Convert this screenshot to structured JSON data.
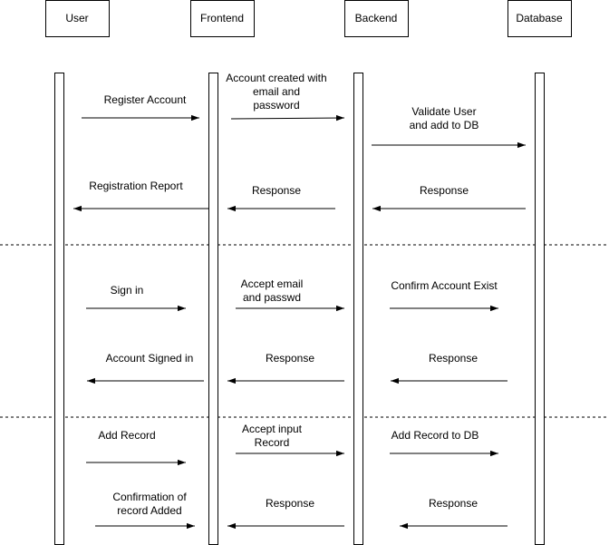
{
  "actors": [
    {
      "id": "user",
      "label": "User"
    },
    {
      "id": "frontend",
      "label": "Frontend"
    },
    {
      "id": "backend",
      "label": "Backend"
    },
    {
      "id": "database",
      "label": "Database"
    }
  ],
  "messages": [
    {
      "id": "register-account",
      "lines": [
        "Register Account"
      ]
    },
    {
      "id": "account-created",
      "lines": [
        "Account created with",
        "email and",
        "password"
      ]
    },
    {
      "id": "validate-user",
      "lines": [
        "Validate User",
        "and add to DB"
      ]
    },
    {
      "id": "registration-report",
      "lines": [
        "Registration Report"
      ]
    },
    {
      "id": "response-1",
      "lines": [
        "Response"
      ]
    },
    {
      "id": "response-2",
      "lines": [
        "Response"
      ]
    },
    {
      "id": "sign-in",
      "lines": [
        "Sign in"
      ]
    },
    {
      "id": "accept-email",
      "lines": [
        "Accept email",
        "and passwd"
      ]
    },
    {
      "id": "confirm-account",
      "lines": [
        "Confirm Account Exist"
      ]
    },
    {
      "id": "account-signed-in",
      "lines": [
        "Account Signed in"
      ]
    },
    {
      "id": "response-3",
      "lines": [
        "Response"
      ]
    },
    {
      "id": "response-4",
      "lines": [
        "Response"
      ]
    },
    {
      "id": "add-record",
      "lines": [
        "Add Record"
      ]
    },
    {
      "id": "accept-input",
      "lines": [
        "Accept input",
        "Record"
      ]
    },
    {
      "id": "add-record-db",
      "lines": [
        "Add Record to DB"
      ]
    },
    {
      "id": "confirmation",
      "lines": [
        "Confirmation of",
        "record Added"
      ]
    },
    {
      "id": "response-5",
      "lines": [
        "Response"
      ]
    },
    {
      "id": "response-6",
      "lines": [
        "Response"
      ]
    }
  ]
}
